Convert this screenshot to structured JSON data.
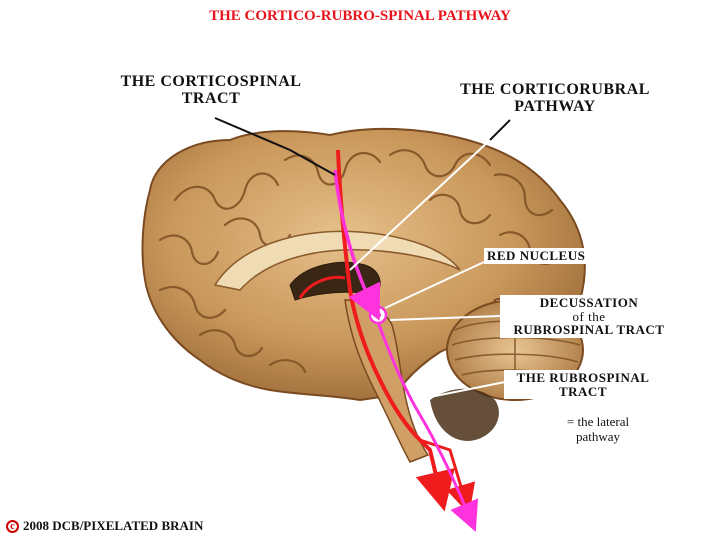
{
  "title": "THE CORTICO-RUBRO-SPINAL PATHWAY",
  "labels": {
    "corticospinal_line1": "THE CORTICOSPINAL",
    "corticospinal_line2": "TRACT",
    "corticorubral_line1": "THE CORTICORUBRAL",
    "corticorubral_line2": "PATHWAY",
    "red_nucleus": "RED NUCLEUS",
    "decussation_line1": "DECUSSATION",
    "decussation_line2": "of the",
    "decussation_line3": "RUBROSPINAL TRACT",
    "rubrospinal_line1": "THE RUBROSPINAL",
    "rubrospinal_line2": "TRACT",
    "lateral_line1": "= the lateral",
    "lateral_line2": "pathway"
  },
  "copyright": {
    "symbol": "c",
    "text": "2008  DCB/PIXELATED BRAIN"
  },
  "colors": {
    "title": "#e8141c",
    "corticospinal": "#ee1c1c",
    "corticorubral": "#ff33dd",
    "label_text": "#111111",
    "pointer_dark": "#111111",
    "pointer_light": "#ffffff",
    "brain_base": "#c9975a",
    "brain_light": "#e2bb86",
    "brain_dark": "#8a5a2c",
    "copyright": "#cc0000"
  }
}
